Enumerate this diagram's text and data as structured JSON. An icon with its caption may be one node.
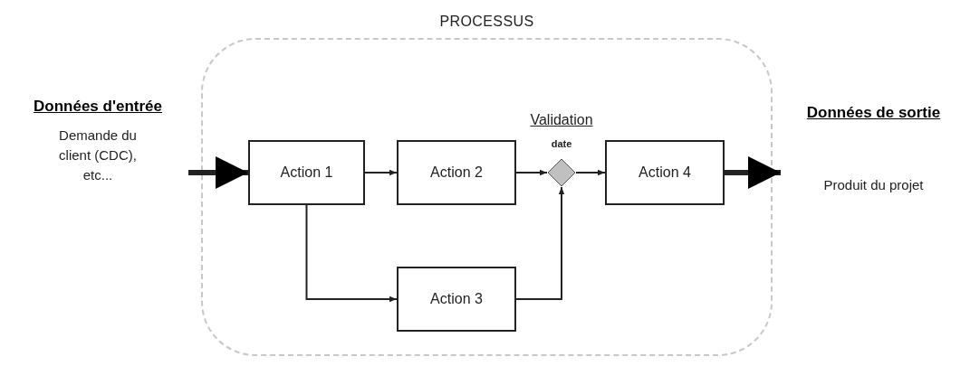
{
  "diagram": {
    "nodes": [
      {
        "text": [
          "PROCESSUS"
        ]
      },
      {
        "text": [
          "Données d'entrée",
          "Demande du client (CDC), etc..."
        ]
      },
      {
        "text": [
          "Action 1"
        ],
        "in": 0
      },
      {
        "text": [
          "Action 2"
        ],
        "in": 0
      },
      {
        "text": [],
        "shape": "diamond",
        "in": 0,
        "beside": [
          "Validation",
          "date"
        ]
      },
      {
        "text": [
          "Action 4"
        ],
        "in": 0
      },
      {
        "text": [
          "Action 3"
        ],
        "in": 0
      },
      {
        "text": [
          "Données de sortie",
          "Produit du projet"
        ]
      }
    ],
    "edges": [
      {
        "from": 1,
        "to": 2,
        "arrow": "to",
        "style": "thick"
      },
      {
        "from": 2,
        "to": 3,
        "arrow": "to"
      },
      {
        "from": 3,
        "to": 4,
        "arrow": "to"
      },
      {
        "from": 4,
        "to": 5,
        "arrow": "to"
      },
      {
        "from": 2,
        "to": 6,
        "arrow": "to"
      },
      {
        "from": 6,
        "to": 4,
        "arrow": "to"
      },
      {
        "from": 5,
        "to": 7,
        "arrow": "to",
        "style": "thick"
      }
    ]
  }
}
